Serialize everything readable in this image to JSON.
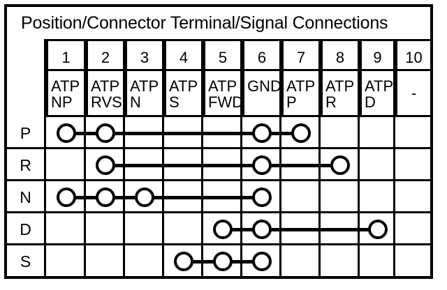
{
  "title": "Position/Connector Terminal/Signal Connections",
  "table": {
    "corner_label": "",
    "terminal_numbers": [
      "1",
      "2",
      "3",
      "4",
      "5",
      "6",
      "7",
      "8",
      "9",
      "10"
    ],
    "signal_names": [
      "ATP\nNP",
      "ATP\nRVS",
      "ATP\nN",
      "ATP\nS",
      "ATP\nFWD",
      "GND",
      "ATP\nP",
      "ATP\nR",
      "ATP\nD",
      "-"
    ],
    "signal_names_flat": [
      "ATP NP",
      "ATP RVS",
      "ATP N",
      "ATP S",
      "ATP FWD",
      "GND",
      "ATP P",
      "ATP R",
      "ATP D",
      "-"
    ],
    "position_rows": [
      {
        "label": "P",
        "connected_terminals": [
          1,
          2,
          6,
          7
        ],
        "segments": [
          [
            1,
            2
          ],
          [
            2,
            6
          ],
          [
            6,
            7
          ]
        ]
      },
      {
        "label": "R",
        "connected_terminals": [
          2,
          6,
          8
        ],
        "segments": [
          [
            2,
            6
          ],
          [
            6,
            8
          ]
        ]
      },
      {
        "label": "N",
        "connected_terminals": [
          1,
          2,
          3,
          6
        ],
        "segments": [
          [
            1,
            2
          ],
          [
            2,
            3
          ],
          [
            3,
            6
          ]
        ]
      },
      {
        "label": "D",
        "connected_terminals": [
          5,
          6,
          9
        ],
        "segments": [
          [
            5,
            6
          ],
          [
            6,
            9
          ]
        ]
      },
      {
        "label": "S",
        "connected_terminals": [
          4,
          5,
          6
        ],
        "segments": [
          [
            4,
            5
          ],
          [
            5,
            6
          ]
        ]
      }
    ]
  },
  "colors": {
    "ink": "#000000",
    "paper": "#ffffff"
  }
}
